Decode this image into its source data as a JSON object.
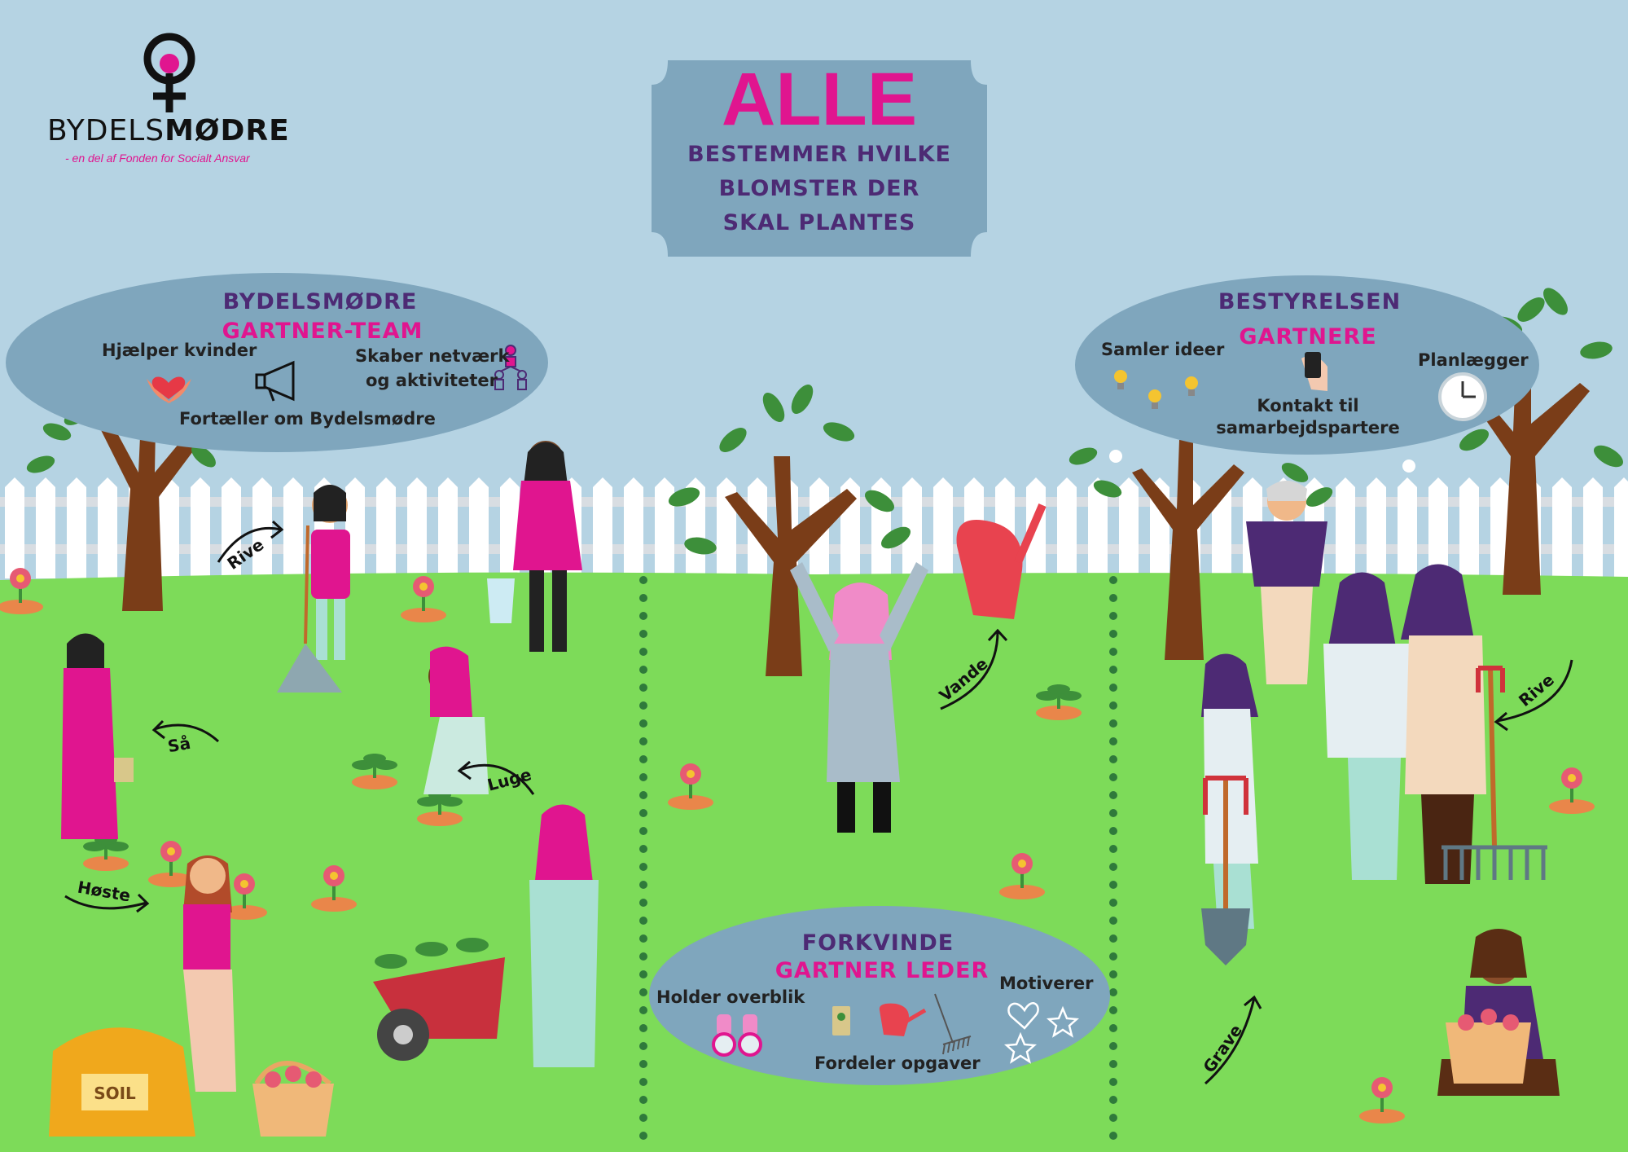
{
  "logo": {
    "name_regular": "BYDELS",
    "name_bold": "MØDRE",
    "tagline": "- en del af Fonden for Socialt Ansvar"
  },
  "headline": {
    "big": "ALLE",
    "line1": "BESTEMMER HVILKE",
    "line2": "BLOMSTER DER",
    "line3": "SKAL PLANTES"
  },
  "team_left": {
    "title1": "BYDELSMØDRE",
    "title2": "GARTNER-TEAM",
    "item1": "Hjælper kvinder",
    "item2_line1": "Skaber netværk",
    "item2_line2": "og aktiviteter",
    "item3": "Fortæller om Bydelsmødre",
    "icons": [
      "heart-hands-icon",
      "megaphone-icon",
      "network-people-icon"
    ]
  },
  "team_right": {
    "title1": "BESTYRELSEN",
    "title2": "GARTNERE",
    "item1": "Samler ideer",
    "item2": "Planlægger",
    "item3_line1": "Kontakt til",
    "item3_line2": "samarbejdspartere",
    "icons": [
      "lightbulb-icon",
      "phone-hand-icon",
      "clock-icon"
    ]
  },
  "team_center": {
    "title1": "FORKVINDE",
    "title2": "GARTNER LEDER",
    "item1": "Holder overblik",
    "item2": "Motiverer",
    "item3": "Fordeler opgaver",
    "icons": [
      "binoculars-icon",
      "seed-packet-icon",
      "watering-can-icon",
      "rake-icon",
      "heart-doodle-icon",
      "star-doodle-icon"
    ]
  },
  "actions": {
    "rive_left": "Rive",
    "saa": "Så",
    "luge": "Luge",
    "hoste": "Høste",
    "vande": "Vande",
    "rive_right": "Rive",
    "grave": "Grave"
  },
  "soil_sack_label": "SOIL",
  "colors": {
    "sky": "#b5d3e3",
    "grass": "#7ddb59",
    "pink": "#e0158f",
    "purple": "#4d2a74",
    "bubble": "#7fa6bd",
    "dotted_divider": "#2f7a3b"
  }
}
